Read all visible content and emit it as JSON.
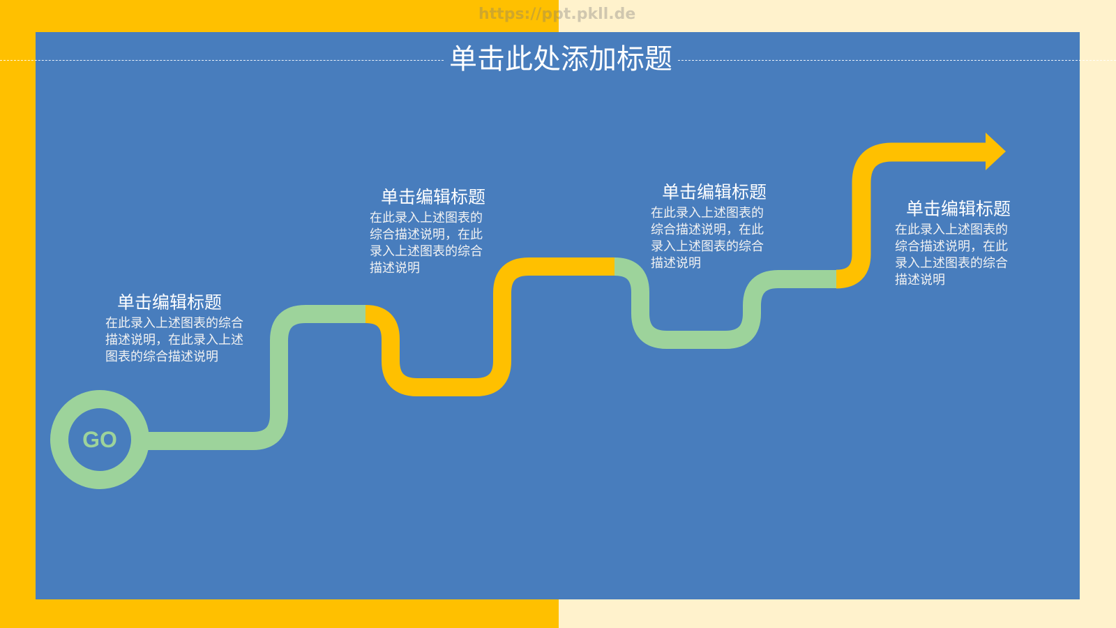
{
  "colors": {
    "background_left": "#FFC000",
    "background_right": "#FFF2CC",
    "panel": "#487DBD",
    "road_green": "#9DD39B",
    "road_yellow": "#FFC000",
    "text": "#FFFFFF"
  },
  "watermark": "https://ppt.pkll.de",
  "header": {
    "title": "单击此处添加标题"
  },
  "start_marker": {
    "label": "GO"
  },
  "steps": [
    {
      "title": "单击编辑标题",
      "body_lines": [
        "在此录入上述图表的综合",
        "描述说明，在此录入上述",
        "图表的综合描述说明"
      ]
    },
    {
      "title": "单击编辑标题",
      "body_lines": [
        "在此录入上述图表的",
        "综合描述说明，在此",
        "录入上述图表的综合",
        "描述说明"
      ]
    },
    {
      "title": "单击编辑标题",
      "body_lines": [
        "在此录入上述图表的",
        "综合描述说明，在此",
        "录入上述图表的综合",
        "描述说明"
      ]
    },
    {
      "title": "单击编辑标题",
      "body_lines": [
        "在此录入上述图表的",
        "综合描述说明，在此",
        "录入上述图表的综合",
        "描述说明"
      ]
    }
  ],
  "end_marker": {
    "icon": "arrow-right-icon"
  }
}
